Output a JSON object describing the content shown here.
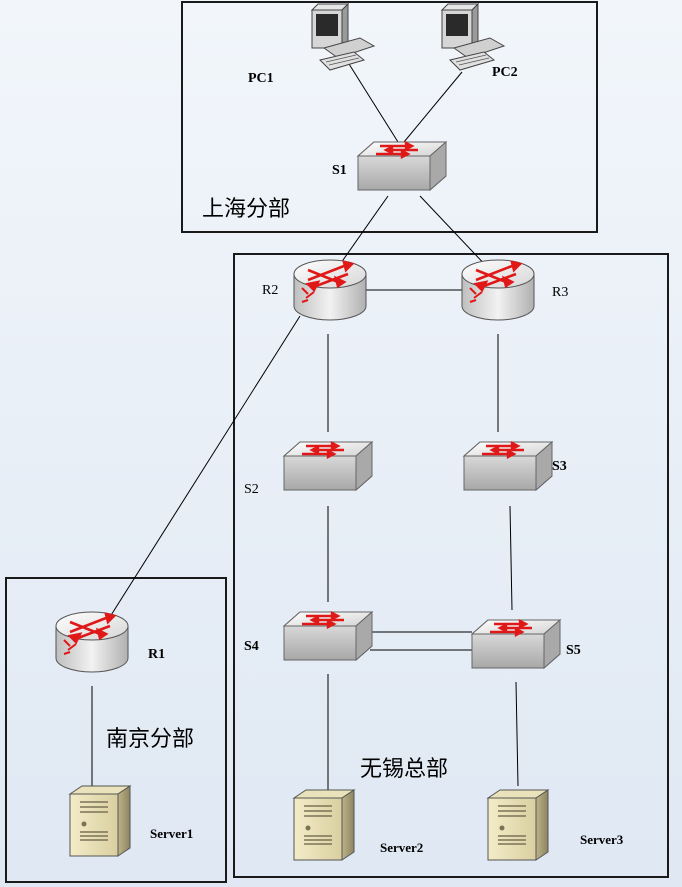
{
  "regions": {
    "shanghai": "上海分部",
    "wuxi": "无锡总部",
    "nanjing": "南京分部"
  },
  "nodes": {
    "pc1": "PC1",
    "pc2": "PC2",
    "s1": "S1",
    "r2": "R2",
    "r3": "R3",
    "s2": "S2",
    "s3": "S3",
    "s4": "S4",
    "s5": "S5",
    "r1": "R1",
    "server1": "Server1",
    "server2": "Server2",
    "server3": "Server3"
  },
  "colors": {
    "arrow_red": "#e01818",
    "box_border": "#1a1a1a",
    "link": "#000000"
  }
}
